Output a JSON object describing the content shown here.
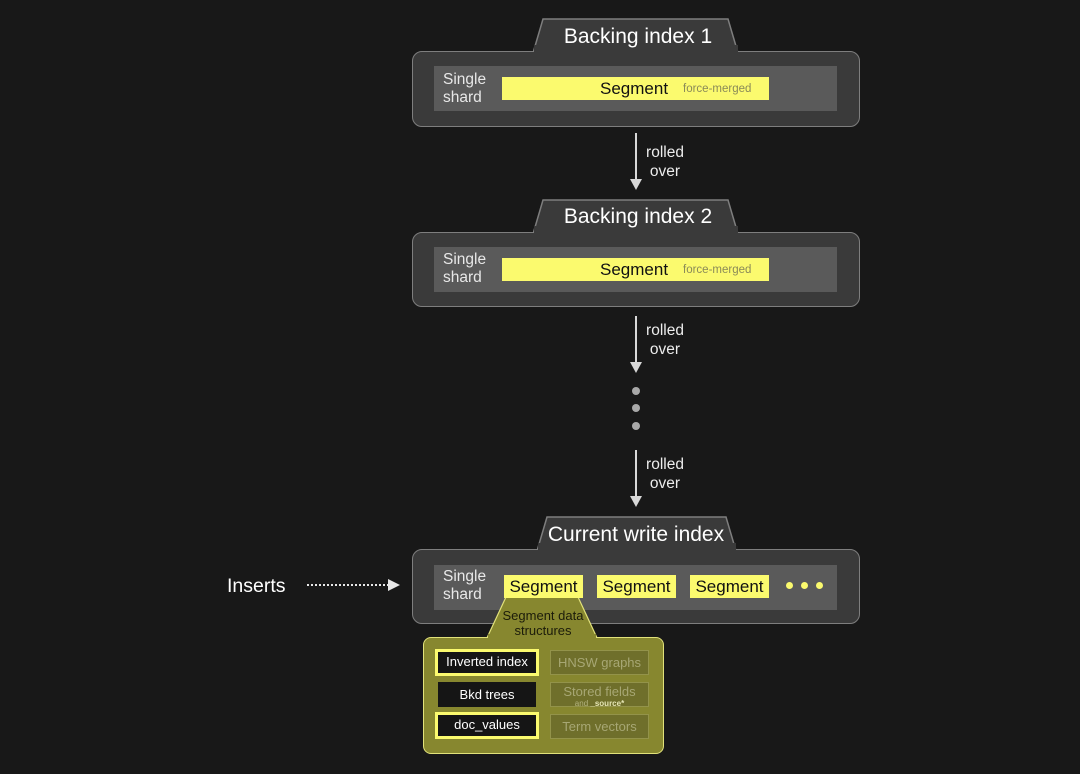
{
  "indexes": [
    {
      "tab_label": "Backing index 1",
      "shard_label": "Single shard",
      "segment_label": "Segment",
      "segment_note": "force-merged"
    },
    {
      "tab_label": "Backing index 2",
      "shard_label": "Single shard",
      "segment_label": "Segment",
      "segment_note": "force-merged"
    }
  ],
  "rollover_label": "rolled over",
  "write_index": {
    "tab_label": "Current write index",
    "shard_label": "Single shard",
    "segments": [
      "Segment",
      "Segment",
      "Segment"
    ]
  },
  "inserts_label": "Inserts",
  "data_structures": {
    "title": "Segment data structures",
    "items": [
      {
        "label": "Inverted index",
        "style": "highlighted"
      },
      {
        "label": "HNSW graphs",
        "style": "dimmed"
      },
      {
        "label": "Bkd trees",
        "style": "dark"
      },
      {
        "label": "Stored fields",
        "sublabel_prefix": "and",
        "sublabel_emph": "_source*",
        "style": "dimmed"
      },
      {
        "label": "doc_values",
        "style": "highlighted"
      },
      {
        "label": "Term vectors",
        "style": "dimmed"
      }
    ]
  },
  "colors": {
    "background": "#181818",
    "segment_yellow": "#fbfa6e",
    "box_fill": "#3a3a3a",
    "shard_fill": "#5a5a5a",
    "panel_olive": "#87872f"
  }
}
